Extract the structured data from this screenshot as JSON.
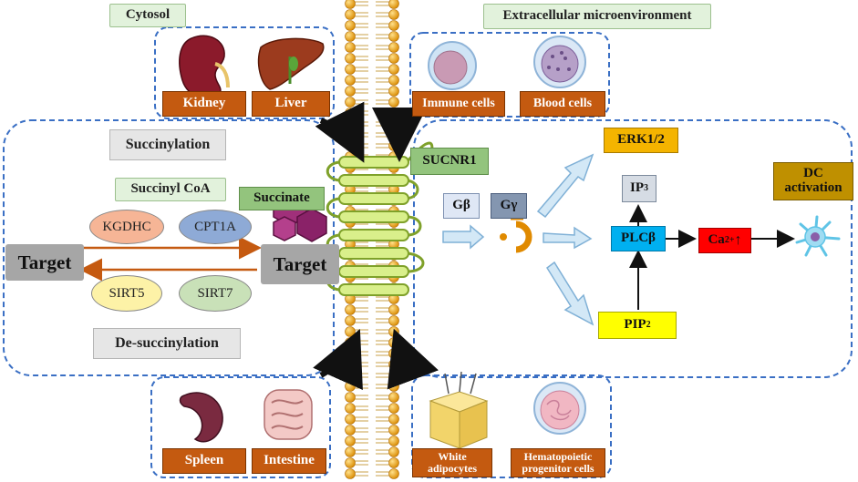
{
  "labels": {
    "cytosol": "Cytosol",
    "extracellular": "Extracellular microenvironment",
    "kidney": "Kidney",
    "liver": "Liver",
    "immune_cells": "Immune cells",
    "blood_cells": "Blood cells",
    "succinylation": "Succinylation",
    "succinyl_coa": "Succinyl CoA",
    "succinate": "Succinate",
    "kgdhc": "KGDHC",
    "cpt1a": "CPT1A",
    "target_left": "Target",
    "target_right": "Target",
    "sirt5": "SIRT5",
    "sirt7": "SIRT7",
    "de_succinylation": "De-succinylation",
    "sucnr1": "SUCNR1",
    "g_beta": "Gβ",
    "g_gamma": "Gγ",
    "erk": "ERK1/2",
    "ip3": "IP",
    "ip3_sub": "3",
    "plcb": "PLCβ",
    "ca": "Ca",
    "ca_sup": "2+",
    "ca_arrow": "↑",
    "pip2": "PIP",
    "pip2_sub": "2",
    "dc_activation": "DC activation",
    "spleen": "Spleen",
    "intestine": "Intestine",
    "white_adipocytes": "White adipocytes",
    "hematopoietic": "Hematopoietic progenitor cells"
  },
  "icons": [
    "kidney-icon",
    "liver-icon",
    "immune-cell-icon",
    "blood-cell-icon",
    "succinate-molecule-icon",
    "g-protein-icon",
    "dendritic-cell-icon",
    "spleen-icon",
    "intestine-icon",
    "adipocyte-icon",
    "progenitor-cell-icon",
    "membrane-bilayer"
  ],
  "colors": {
    "organ_label": "#c45a10",
    "dashed_border": "#3a6fc4",
    "mint_label": "#e2f2dc",
    "succinate_label": "#93c47d",
    "erk_label": "#f4b400",
    "plcb_label": "#00b0f0",
    "ca_label": "#ff0000",
    "pip2_label": "#ffff00",
    "dc_label": "#bf9000",
    "target_label": "#a6a6a6",
    "membrane_head": "#f0a020",
    "receptor_helix": "#d9ef8b",
    "enzyme_arrow": "#c55a11"
  }
}
